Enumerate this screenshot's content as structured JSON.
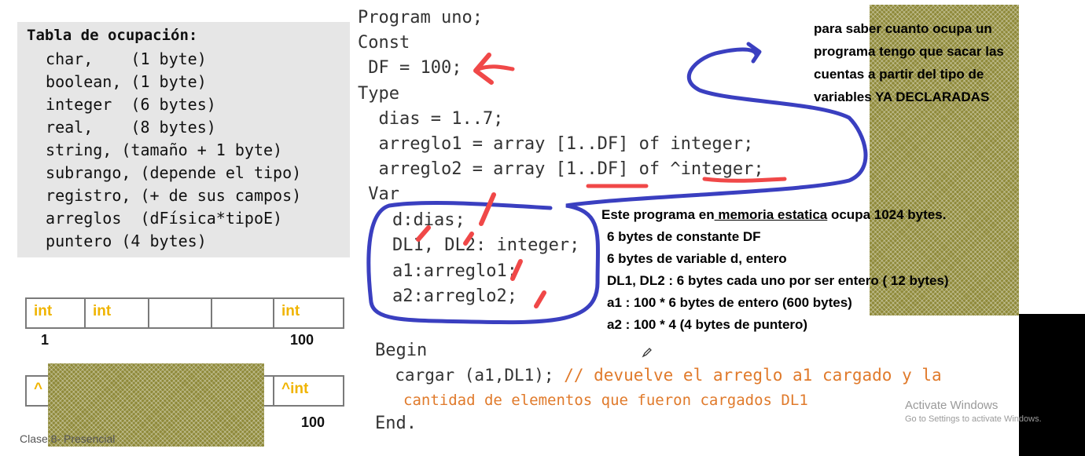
{
  "occupation_table": {
    "title": "Tabla de ocupación:",
    "lines": [
      " char,    (1 byte)",
      " boolean, (1 byte)",
      " integer  (6 bytes)",
      " real,    (8 bytes)",
      " string, (tamaño + 1 byte)",
      " subrango, (depende el tipo)",
      " registro, (+ de sus campos)",
      " arreglos  (dFísica*tipoE)",
      " puntero (4 bytes)"
    ]
  },
  "code": {
    "program": "Program uno;",
    "const_kw": "Const",
    "const_df": " DF = 100;",
    "type_kw": "Type",
    "type_dias": "  dias = 1..7;",
    "type_arr1": "  arreglo1 = array [1..DF] of integer;",
    "type_arr2": "  arreglo2 = array [1..DF] of ^integer;",
    "var_kw": " Var",
    "var_d": "d:dias;",
    "var_dl": "DL1, DL2: integer;",
    "var_a1": "a1:arreglo1;",
    "var_a2": "a2:arreglo2;",
    "begin_kw": "Begin",
    "cargar_call": "  cargar (a1,DL1); ",
    "cargar_comment_1": "// devuelve el arreglo a1 cargado y la",
    "cargar_comment_2": "cantidad de elementos que fueron cargados DL1",
    "end_kw": "End."
  },
  "annotations": {
    "top_note": [
      "para saber cuanto ocupa un",
      "programa tengo que sacar las",
      "cuentas a partir del tipo de",
      "variables YA DECLARADAS"
    ],
    "summary_prefix": "Este programa en",
    "summary_underlined": " memoria estatica",
    "summary_suffix": " ocupa 1024 bytes.",
    "details": [
      "6 bytes de constante DF",
      "6 bytes de variable d, entero",
      "DL1, DL2 : 6 bytes cada uno por ser entero ( 12 bytes)",
      "a1 : 100 * 6 bytes de entero (600 bytes)",
      "a2 : 100 * 4 (4 bytes de puntero)"
    ]
  },
  "array1": {
    "cells": [
      "int",
      "int",
      "",
      "",
      "int"
    ],
    "first_index": "1",
    "last_index": "100"
  },
  "array2": {
    "cells": [
      "^",
      "",
      "",
      "",
      "^int"
    ],
    "last_index": "100"
  },
  "footer": {
    "slide_label": "Clase 8- Presencial",
    "watermark_title": "Activate Windows",
    "watermark_sub": "Go to Settings to activate Windows."
  },
  "colors": {
    "cell_text": "#f0b400",
    "comment": "#e07a2b",
    "ink_blue": "#3a3fc0",
    "ink_red": "#f04848"
  },
  "icons": [
    "pen-cursor-icon"
  ]
}
